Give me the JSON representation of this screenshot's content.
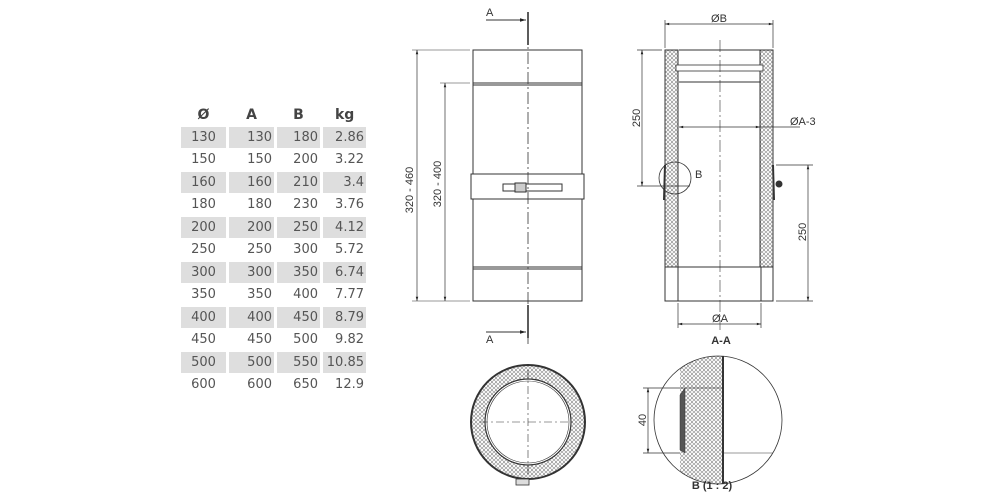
{
  "table": {
    "headers": [
      "Ø",
      "A",
      "B",
      "kg"
    ],
    "rows": [
      [
        "130",
        "130",
        "180",
        "2.86"
      ],
      [
        "150",
        "150",
        "200",
        "3.22"
      ],
      [
        "160",
        "160",
        "210",
        "3.4"
      ],
      [
        "180",
        "180",
        "230",
        "3.76"
      ],
      [
        "200",
        "200",
        "250",
        "4.12"
      ],
      [
        "250",
        "250",
        "300",
        "5.72"
      ],
      [
        "300",
        "300",
        "350",
        "6.74"
      ],
      [
        "350",
        "350",
        "400",
        "7.77"
      ],
      [
        "400",
        "400",
        "450",
        "8.79"
      ],
      [
        "450",
        "450",
        "500",
        "9.82"
      ],
      [
        "500",
        "500",
        "550",
        "10.85"
      ],
      [
        "600",
        "600",
        "650",
        "12.9"
      ]
    ]
  },
  "drawing": {
    "section_mark": "A",
    "dim_total": "320 - 460",
    "dim_inner": "320 - 400",
    "dim_outer_diameter": "ØB",
    "dim_inner_diameter": "ØA-3",
    "dim_pipe_diameter": "ØA",
    "dim_upper": "250",
    "dim_lower": "250",
    "detail_mark": "B",
    "section_title": "A-A",
    "detail_dim": "40",
    "detail_title": "B (1 : 2)"
  }
}
